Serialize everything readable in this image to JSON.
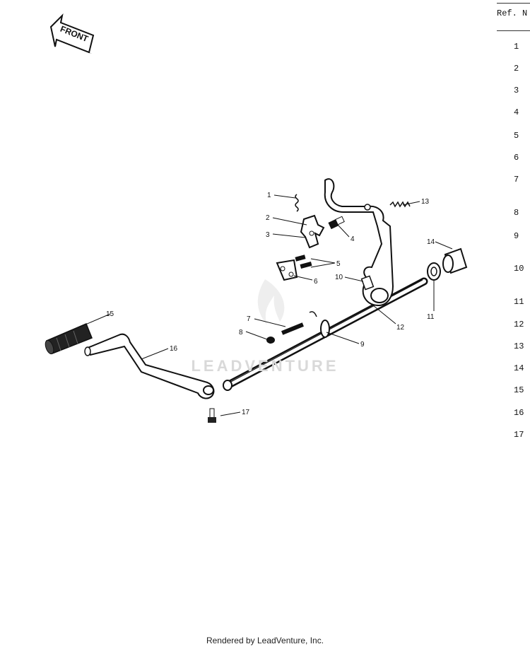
{
  "front_arrow": {
    "label": "FRONT"
  },
  "watermark": {
    "text": "LEADVENTURE"
  },
  "ref_table": {
    "header": "Ref. N",
    "numbers": [
      "1",
      "2",
      "3",
      "4",
      "5",
      "6",
      "7",
      "8",
      "9",
      "10",
      "11",
      "12",
      "13",
      "14",
      "15",
      "16",
      "17"
    ]
  },
  "callouts": [
    "1",
    "2",
    "3",
    "4",
    "5",
    "6",
    "7",
    "8",
    "9",
    "10",
    "11",
    "12",
    "13",
    "14",
    "15",
    "16",
    "17"
  ],
  "footer": {
    "text": "Rendered by LeadVenture, Inc."
  }
}
